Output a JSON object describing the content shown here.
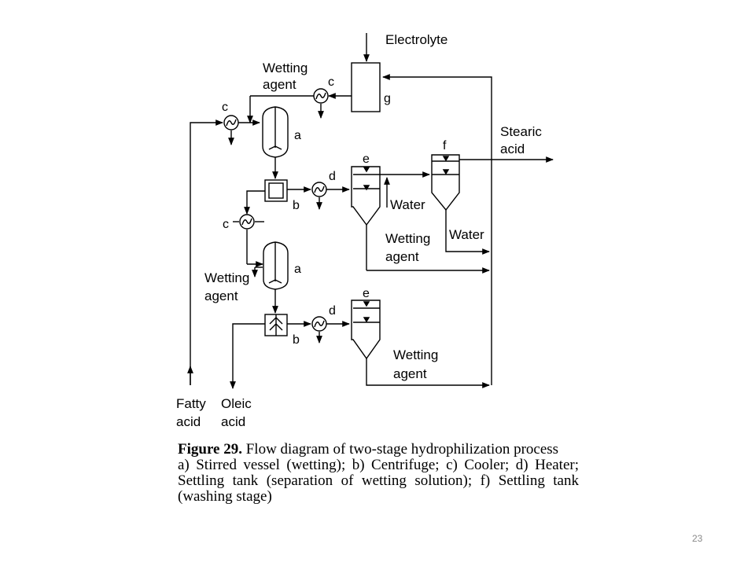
{
  "diagram": {
    "stream_labels": {
      "electrolyte": "Electrolyte",
      "wetting_agent_top": [
        "Wetting",
        "agent"
      ],
      "stearic_acid": [
        "Stearic",
        "acid"
      ],
      "water_1": "Water",
      "water_2": "Water",
      "wetting_agent_mid": [
        "Wetting",
        "agent"
      ],
      "wetting_agent_left": [
        "Wetting",
        "agent"
      ],
      "wetting_agent_bottom": [
        "Wetting",
        "agent"
      ],
      "fatty_acid": [
        "Fatty",
        "acid"
      ],
      "oleic_acid": [
        "Oleic",
        "acid"
      ]
    },
    "equipment_letters": {
      "a1": "a",
      "a2": "a",
      "b1": "b",
      "b2": "b",
      "c1": "c",
      "c2": "c",
      "c3": "c",
      "d1": "d",
      "d2": "d",
      "e1": "e",
      "e2": "e",
      "f": "f",
      "g": "g"
    }
  },
  "caption": {
    "figure_label": "Figure 29.",
    "title": "Flow diagram of two-stage hydrophilization process",
    "legend": "a) Stirred vessel (wetting); b) Centrifuge; c) Cooler; d) Heater; Settling tank (separation of wetting solution); f) Settling tank (washing stage)"
  },
  "slide_number": "23"
}
